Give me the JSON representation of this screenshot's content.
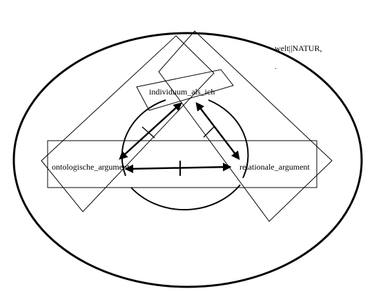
{
  "labels": {
    "outer": "welt||NATUR,",
    "top": "individuum_als_ich",
    "left": "ontologische_argument",
    "right": "relationale_argument"
  },
  "colors": {
    "ink": "#000000",
    "background": "#ffffff"
  }
}
